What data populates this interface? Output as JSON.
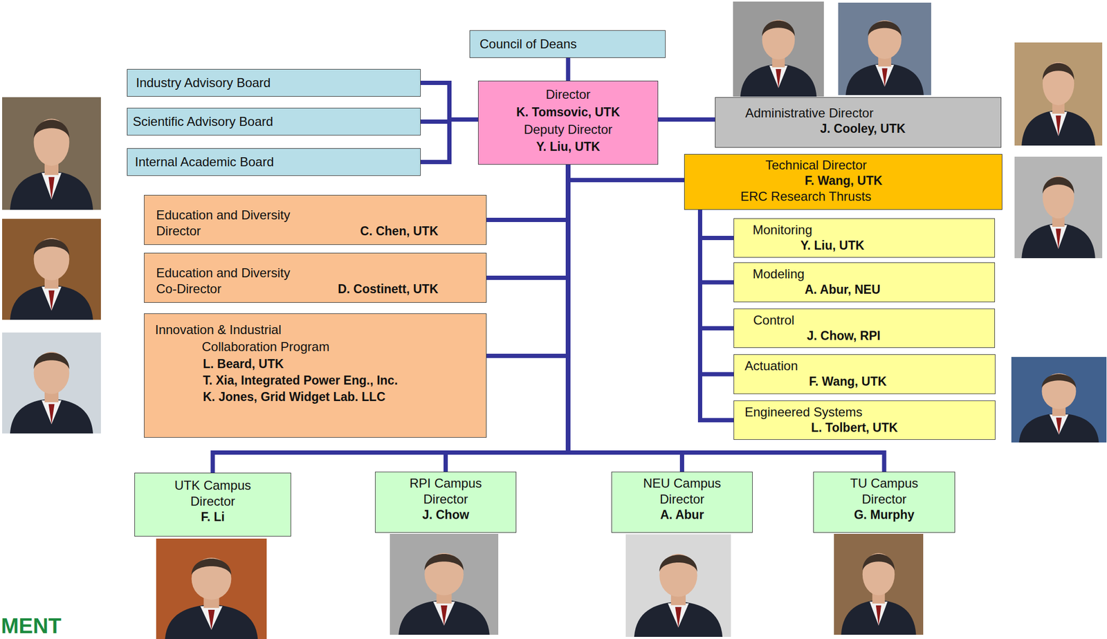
{
  "diagram": {
    "nodes": [
      {
        "text": [
          "Council of Deans"
        ]
      },
      {
        "text": [
          "Industry Advisory Board"
        ]
      },
      {
        "text": [
          "Director",
          "K. Tomsovic, UTK",
          "Deputy Director",
          "Y. Liu, UTK"
        ]
      },
      {
        "text": [
          "Scientific Advisory Board"
        ]
      },
      {
        "text": [
          "Internal Academic Board"
        ]
      },
      {
        "text": [
          "Administrative Director",
          "J. Cooley, UTK"
        ]
      },
      {
        "text": [
          "Technical Director",
          "F. Wang, UTK",
          "ERC Research Thrusts"
        ]
      },
      {
        "text": [
          "Education and Diversity Director",
          "C. Chen, UTK"
        ]
      },
      {
        "text": [
          "Monitoring",
          "Y. Liu, UTK"
        ]
      },
      {
        "text": [
          "Education and Diversity Co-Director",
          "D. Costinett, UTK"
        ]
      },
      {
        "text": [
          "Modeling",
          "A. Abur, NEU"
        ]
      },
      {
        "text": [
          "Control",
          "J. Chow, RPI"
        ]
      },
      {
        "text": [
          "Innovation & Industrial Collaboration Program",
          "L. Beard, UTK",
          "T. Xia, Integrated Power Eng., Inc.",
          "K. Jones, Grid Widget Lab. LLC"
        ]
      },
      {
        "text": [
          "Actuation",
          "F. Wang, UTK"
        ]
      },
      {
        "text": [
          "Engineered Systems",
          "L. Tolbert, UTK"
        ]
      },
      {
        "text": [
          "UTK Campus Director",
          "F. Li"
        ]
      },
      {
        "text": [
          "RPI Campus Director",
          "J. Chow"
        ]
      },
      {
        "text": [
          "NEU Campus Director",
          "A. Abur"
        ]
      },
      {
        "text": [
          "TU Campus Director",
          "G. Murphy"
        ]
      }
    ],
    "edges": [
      {
        "from": 0,
        "to": 2,
        "arrow": "none"
      },
      {
        "from": 1,
        "to": 2,
        "arrow": "none"
      },
      {
        "from": 3,
        "to": 2,
        "arrow": "none"
      },
      {
        "from": 4,
        "to": 2,
        "arrow": "none"
      },
      {
        "from": 2,
        "to": 5,
        "arrow": "none"
      },
      {
        "from": 2,
        "to": 6,
        "arrow": "none"
      },
      {
        "from": 2,
        "to": 7,
        "arrow": "none"
      },
      {
        "from": 2,
        "to": 9,
        "arrow": "none"
      },
      {
        "from": 2,
        "to": 12,
        "arrow": "none"
      },
      {
        "from": 6,
        "to": 8,
        "arrow": "none"
      },
      {
        "from": 6,
        "to": 10,
        "arrow": "none"
      },
      {
        "from": 6,
        "to": 11,
        "arrow": "none"
      },
      {
        "from": 6,
        "to": 13,
        "arrow": "none"
      },
      {
        "from": 6,
        "to": 14,
        "arrow": "none"
      },
      {
        "from": 2,
        "to": 15,
        "arrow": "none"
      },
      {
        "from": 2,
        "to": 16,
        "arrow": "none"
      },
      {
        "from": 2,
        "to": 17,
        "arrow": "none"
      },
      {
        "from": 2,
        "to": 18,
        "arrow": "none"
      }
    ],
    "labels": [
      "MENT"
    ]
  }
}
